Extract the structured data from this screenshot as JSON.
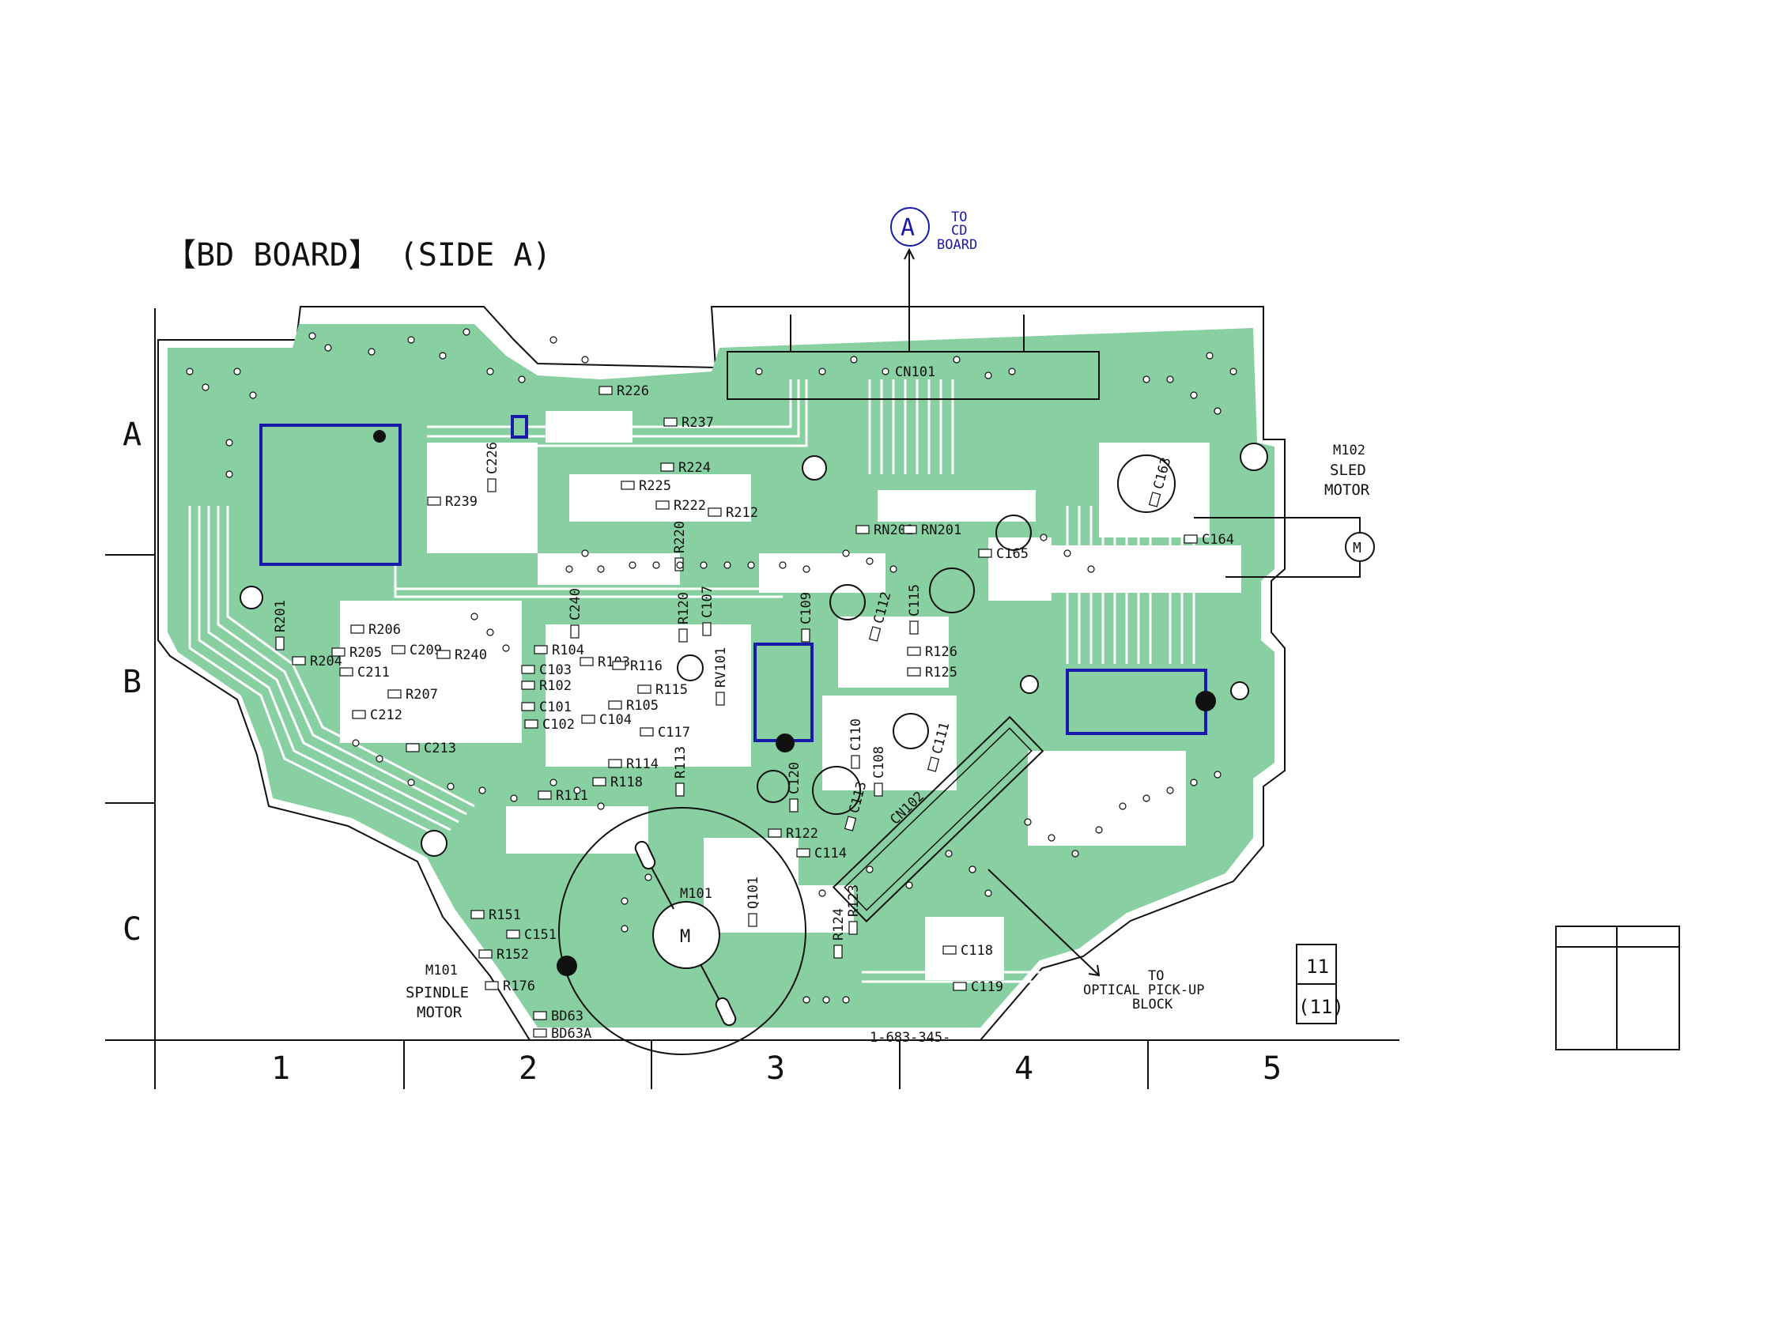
{
  "title": "【BD BOARD】 (SIDE A)",
  "connector_a": {
    "letter": "A",
    "line1": "TO",
    "line2": "CD",
    "line3": "BOARD"
  },
  "rows": [
    "A",
    "B",
    "C"
  ],
  "columns": [
    "1",
    "2",
    "3",
    "4",
    "5"
  ],
  "sled_motor": {
    "ref": "M102",
    "line1": "SLED",
    "line2": "MOTOR",
    "symbol": "M"
  },
  "spindle_motor": {
    "ref": "M101",
    "line1": "SPINDLE",
    "line2": "MOTOR",
    "symbol": "M",
    "board_ref": "M101"
  },
  "pickup": {
    "line1": "TO",
    "line2": "OPTICAL PICK-UP",
    "line3": "BLOCK"
  },
  "part_number": "1-683-345-",
  "page_box": {
    "top": "11",
    "bottom": "(11)"
  },
  "connectors": {
    "cn101": "CN101",
    "cn102": "CN102"
  },
  "components": [
    "R226",
    "R237",
    "R224",
    "R225",
    "R222",
    "R212",
    "R220",
    "R239",
    "C226",
    "RN202",
    "RN201",
    "C165",
    "C163",
    "C164",
    "R201",
    "R206",
    "R205",
    "R204",
    "C211",
    "C209",
    "R240",
    "R207",
    "C212",
    "C213",
    "C240",
    "R120",
    "C107",
    "C109",
    "C112",
    "C115",
    "R104",
    "R103",
    "R116",
    "C103",
    "R102",
    "R105",
    "R115",
    "RV101",
    "C101",
    "C104",
    "C102",
    "C117",
    "R126",
    "R125",
    "R113",
    "R114",
    "R118",
    "R111",
    "C110",
    "C108",
    "C111",
    "C120",
    "C113",
    "R122",
    "C114",
    "Q101",
    "R124",
    "R123",
    "C118",
    "C119",
    "R151",
    "C151",
    "R152",
    "R176",
    "BD63",
    "BD63A"
  ],
  "colors": {
    "board": "#88cfa2",
    "ic_outline": "#1a1aa8",
    "ink": "#111111"
  }
}
